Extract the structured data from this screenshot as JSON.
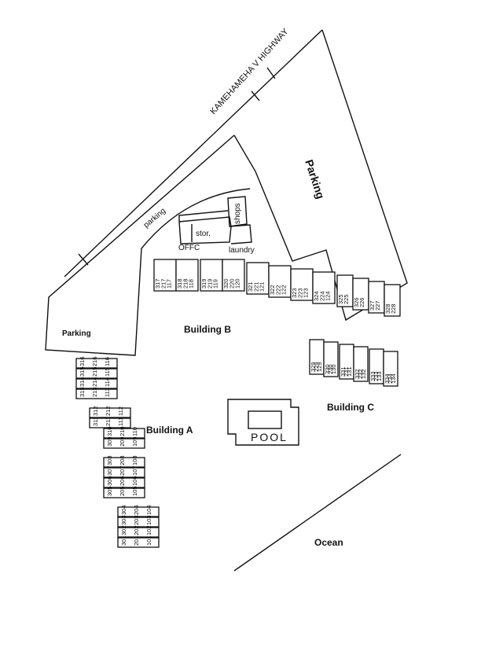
{
  "map": {
    "highway": "KAMEHAMEHA V HIGHWAY",
    "parking_large": "Parking",
    "parking_small": "Parking",
    "parking_strip": "parking",
    "shops": "shops",
    "storage": "stor.",
    "office": "OFFC",
    "laundry": "laundry",
    "pool": "POOL",
    "ocean": "Ocean"
  },
  "buildings": {
    "a": {
      "label": "Building A",
      "columns": [
        [
          "316",
          "216",
          "116"
        ],
        [
          "315",
          "215",
          "115"
        ],
        [
          "314",
          "214",
          "114"
        ],
        [
          "313",
          "213",
          "113"
        ],
        [
          "312",
          "212",
          "112"
        ],
        [
          "311",
          "211",
          "111"
        ],
        [
          "310",
          "210",
          "110"
        ],
        [
          "309",
          "209",
          "109"
        ],
        [
          "308",
          "208",
          "108"
        ],
        [
          "307",
          "207",
          "107"
        ],
        [
          "306",
          "206",
          "106"
        ],
        [
          "305",
          "205",
          "105"
        ],
        [
          "304",
          "204",
          "104"
        ],
        [
          "303",
          "203",
          "103"
        ],
        [
          "302",
          "202",
          "102"
        ],
        [
          "301",
          "201",
          "101"
        ]
      ]
    },
    "b": {
      "label": "Building B",
      "columns": [
        [
          "317",
          "217",
          "117"
        ],
        [
          "318",
          "218",
          "118"
        ],
        [
          "319",
          "219",
          "119"
        ],
        [
          "320",
          "220",
          "120"
        ],
        [
          "321",
          "221",
          "121"
        ],
        [
          "322",
          "222",
          "122"
        ],
        [
          "323",
          "223",
          "123"
        ],
        [
          "324",
          "224",
          "124"
        ],
        [
          "325",
          "225"
        ],
        [
          "326",
          "226"
        ],
        [
          "327",
          "227"
        ],
        [
          "328",
          "228"
        ]
      ]
    },
    "c": {
      "label": "Building C",
      "columns": [
        [
          "329",
          "229",
          "129"
        ],
        [
          "330",
          "230",
          "130"
        ],
        [
          "331",
          "231",
          "131"
        ],
        [
          "332",
          "232",
          "132"
        ],
        [
          "333",
          "233",
          "133"
        ],
        [
          "334",
          "234",
          "134"
        ]
      ]
    }
  }
}
